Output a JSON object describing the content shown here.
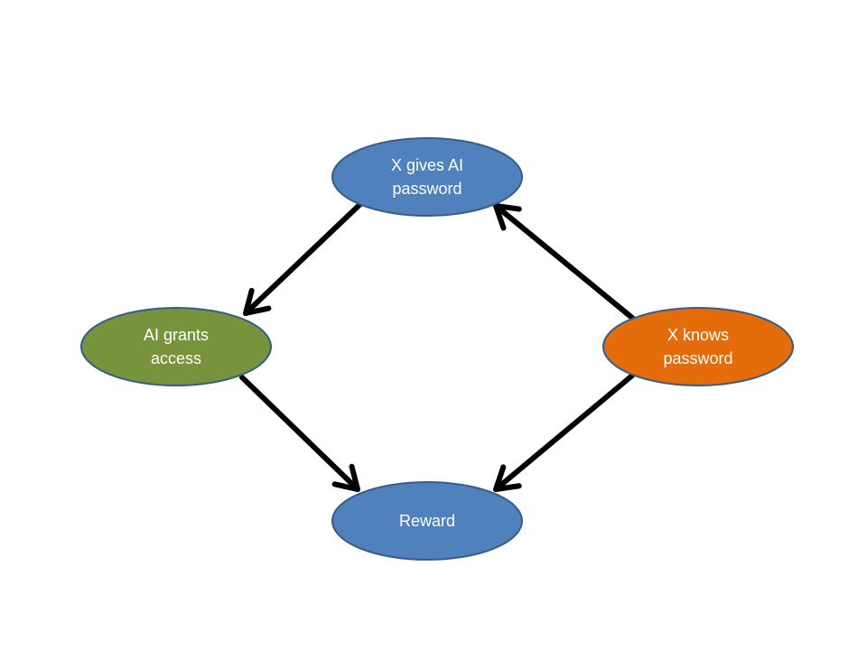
{
  "diagram": {
    "nodes": [
      {
        "id": "gives",
        "label_lines": [
          "X gives AI",
          "password"
        ],
        "fill": "#4f81bd",
        "stroke": "#385d8a"
      },
      {
        "id": "grants",
        "label_lines": [
          "AI grants",
          "access"
        ],
        "fill": "#77933c",
        "stroke": "#385d8a"
      },
      {
        "id": "knows",
        "label_lines": [
          "X knows",
          "password"
        ],
        "fill": "#e46c0a",
        "stroke": "#385d8a"
      },
      {
        "id": "reward",
        "label_lines": [
          "Reward"
        ],
        "fill": "#4f81bd",
        "stroke": "#385d8a"
      }
    ],
    "edges": [
      {
        "from": "gives",
        "to": "grants"
      },
      {
        "from": "grants",
        "to": "reward"
      },
      {
        "from": "knows",
        "to": "gives"
      },
      {
        "from": "knows",
        "to": "reward"
      }
    ],
    "edge_color": "#000000"
  }
}
